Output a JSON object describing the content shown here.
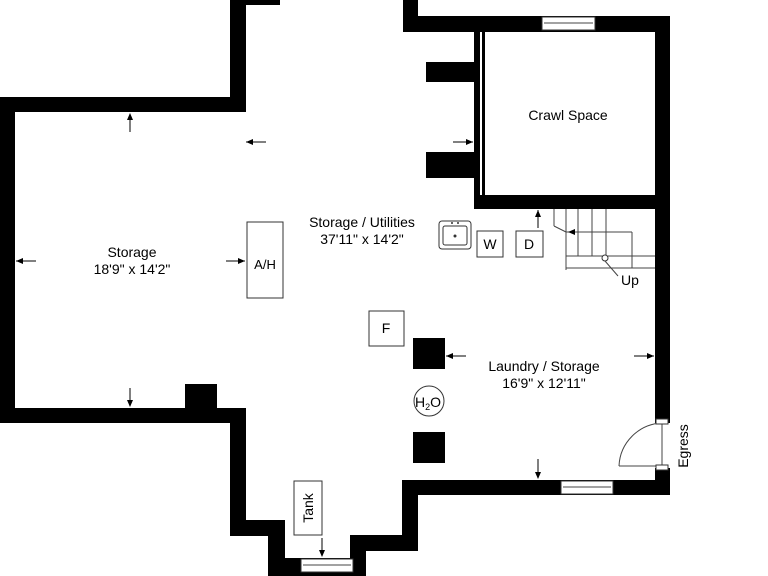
{
  "rooms": {
    "storage_left": {
      "name": "Storage",
      "size": "18'9\" x 14'2\""
    },
    "storage_utilities": {
      "name": "Storage / Utilities",
      "size": "37'11\" x 14'2\""
    },
    "crawl_space": {
      "name": "Crawl Space"
    },
    "laundry_storage": {
      "name": "Laundry / Storage",
      "size": "16'9\" x 12'11\""
    }
  },
  "fixtures": {
    "air_handler": "A/H",
    "washer": "W",
    "dryer": "D",
    "furnace": "F",
    "water_heater_main": "H",
    "water_heater_sub": "2",
    "water_heater_tail": "O",
    "tank": "Tank"
  },
  "labels": {
    "stairs_up": "Up",
    "egress": "Egress"
  }
}
